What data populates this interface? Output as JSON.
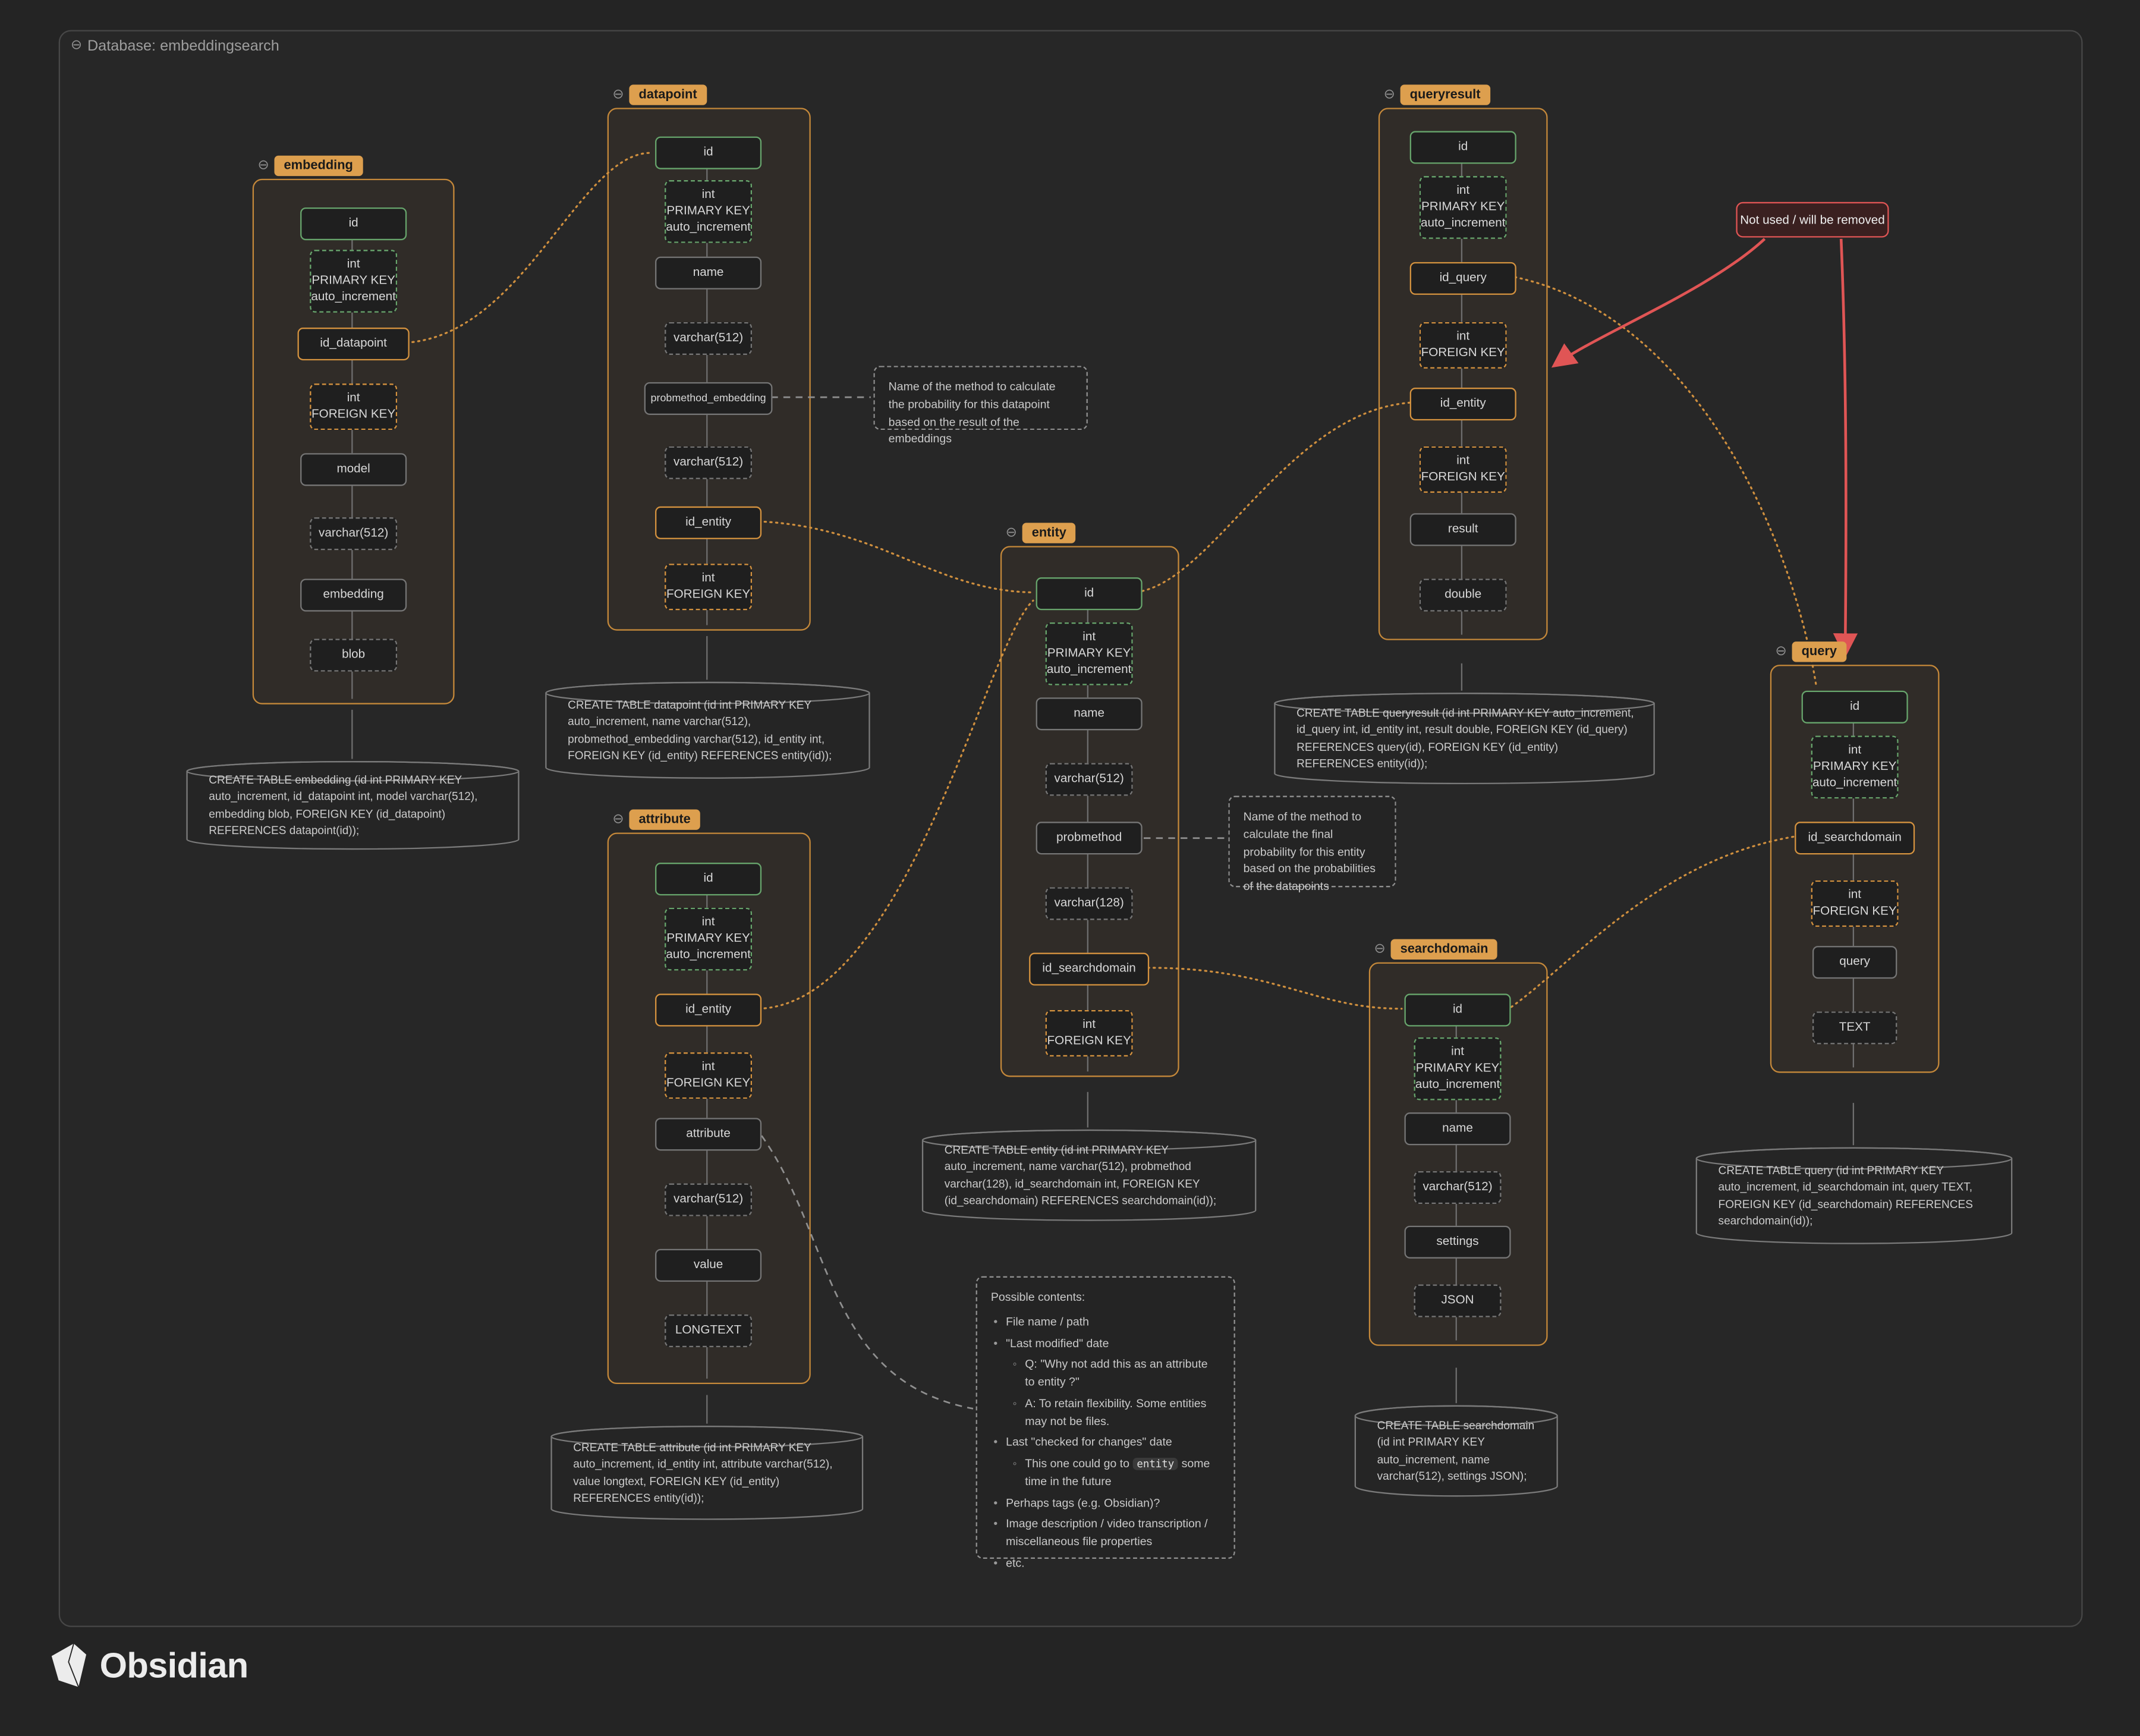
{
  "canvas": {
    "title": "Database: embeddingsearch"
  },
  "colors": {
    "accent_orange": "#dd9f4e",
    "green": "#67a56c",
    "red": "#e05555",
    "background": "#242424"
  },
  "tables": {
    "embedding": {
      "label": "embedding",
      "fields": [
        "id",
        "int\nPRIMARY KEY\nauto_increment",
        "id_datapoint",
        "int\nFOREIGN KEY",
        "model",
        "varchar(512)",
        "embedding",
        "blob"
      ],
      "sql": "CREATE TABLE embedding (id int PRIMARY KEY auto_increment, id_datapoint int, model varchar(512), embedding blob, FOREIGN KEY (id_datapoint) REFERENCES datapoint(id));"
    },
    "datapoint": {
      "label": "datapoint",
      "fields": [
        "id",
        "int\nPRIMARY KEY\nauto_increment",
        "name",
        "varchar(512)",
        "probmethod_embedding",
        "varchar(512)",
        "id_entity",
        "int\nFOREIGN KEY"
      ],
      "sql": "CREATE TABLE datapoint (id int PRIMARY KEY auto_increment, name varchar(512), probmethod_embedding varchar(512), id_entity int, FOREIGN KEY (id_entity) REFERENCES entity(id));"
    },
    "queryresult": {
      "label": "queryresult",
      "fields": [
        "id",
        "int\nPRIMARY KEY\nauto_increment",
        "id_query",
        "int\nFOREIGN KEY",
        "id_entity",
        "int\nFOREIGN KEY",
        "result",
        "double"
      ],
      "sql": "CREATE TABLE queryresult (id int PRIMARY KEY auto_increment, id_query int, id_entity int, result double, FOREIGN KEY (id_query) REFERENCES query(id), FOREIGN KEY (id_entity) REFERENCES entity(id));"
    },
    "entity": {
      "label": "entity",
      "fields": [
        "id",
        "int\nPRIMARY KEY\nauto_increment",
        "name",
        "varchar(512)",
        "probmethod",
        "varchar(128)",
        "id_searchdomain",
        "int\nFOREIGN KEY"
      ],
      "sql": "CREATE TABLE entity (id int PRIMARY KEY auto_increment, name varchar(512), probmethod varchar(128), id_searchdomain int, FOREIGN KEY (id_searchdomain) REFERENCES searchdomain(id));"
    },
    "attribute": {
      "label": "attribute",
      "fields": [
        "id",
        "int\nPRIMARY KEY\nauto_increment",
        "id_entity",
        "int\nFOREIGN KEY",
        "attribute",
        "varchar(512)",
        "value",
        "LONGTEXT"
      ],
      "sql": "CREATE TABLE attribute (id int PRIMARY KEY auto_increment, id_entity int, attribute varchar(512), value longtext, FOREIGN KEY (id_entity) REFERENCES entity(id));"
    },
    "searchdomain": {
      "label": "searchdomain",
      "fields": [
        "id",
        "int\nPRIMARY KEY\nauto_increment",
        "name",
        "varchar(512)",
        "settings",
        "JSON"
      ],
      "sql": "CREATE TABLE searchdomain (id int PRIMARY KEY auto_increment, name varchar(512), settings JSON);"
    },
    "query": {
      "label": "query",
      "fields": [
        "id",
        "int\nPRIMARY KEY\nauto_increment",
        "id_searchdomain",
        "int\nFOREIGN KEY",
        "query",
        "TEXT"
      ],
      "sql": "CREATE TABLE query (id int PRIMARY KEY auto_increment, id_searchdomain int, query TEXT, FOREIGN KEY (id_searchdomain) REFERENCES searchdomain(id));"
    }
  },
  "notes": {
    "probmethod_embedding_note": {
      "text": "Name of the method to calculate the probability for this datapoint based on the result of the embeddings"
    },
    "probmethod_note": {
      "text": "Name of the method to calculate the final probability for this entity based on the probabilities of the datapoints"
    },
    "not_used": {
      "text": "Not used / will be removed"
    },
    "possible_contents": {
      "title": "Possible contents:",
      "items": [
        "File name / path",
        "\"Last modified\" date",
        "Q: \"Why not add this as an attribute to entity ?\"",
        "A: To retain flexibility. Some entities may not be files.",
        "Last \"checked for changes\" date",
        "Perhaps tags (e.g. Obsidian)?",
        "Image description / video transcription / miscellaneous file properties",
        "etc."
      ],
      "entity_line": {
        "pre": "This one could go to ",
        "code": "entity",
        "post": " some time in the future"
      }
    }
  },
  "brand": {
    "wordmark": "Obsidian"
  }
}
